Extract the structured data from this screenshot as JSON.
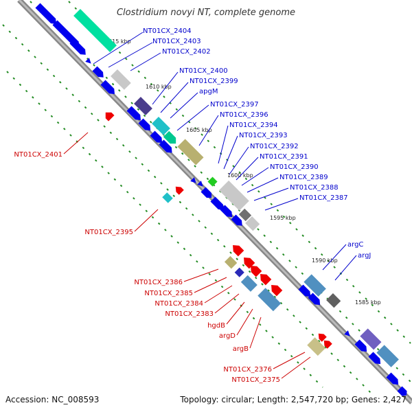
{
  "title": "Clostridium novyi NT, complete genome",
  "footer": {
    "accession": "Accession: NC_008593",
    "topology": "Topology: circular; Length: 2,547,720 bp; Genes: 2,427"
  },
  "kbp_labels": [
    "1615 kbp",
    "1610 kbp",
    "1605 kbp",
    "1600 kbp",
    "1595 kbp",
    "1590 kbp",
    "1585 kbp"
  ],
  "forward_labels": [
    "NT01CX_2404",
    "NT01CX_2403",
    "NT01CX_2402",
    "NT01CX_2400",
    "NT01CX_2399",
    "apgM",
    "NT01CX_2397",
    "NT01CX_2396",
    "NT01CX_2394",
    "NT01CX_2393",
    "NT01CX_2392",
    "NT01CX_2391",
    "NT01CX_2390",
    "NT01CX_2389",
    "NT01CX_2388",
    "NT01CX_2387",
    "argC",
    "argJ"
  ],
  "reverse_labels": [
    "NT01CX_2401",
    "NT01CX_2395",
    "NT01CX_2386",
    "NT01CX_2385",
    "NT01CX_2384",
    "NT01CX_2383",
    "hgdB",
    "argD",
    "argB",
    "NT01CX_2376",
    "NT01CX_2375"
  ],
  "colors": {
    "forward_gene": "#0000ee",
    "reverse_gene": "#ee0000",
    "backbone": "#888888",
    "tick": "#228b22",
    "forward_label": "#0000cc",
    "reverse_label": "#cc0000"
  }
}
